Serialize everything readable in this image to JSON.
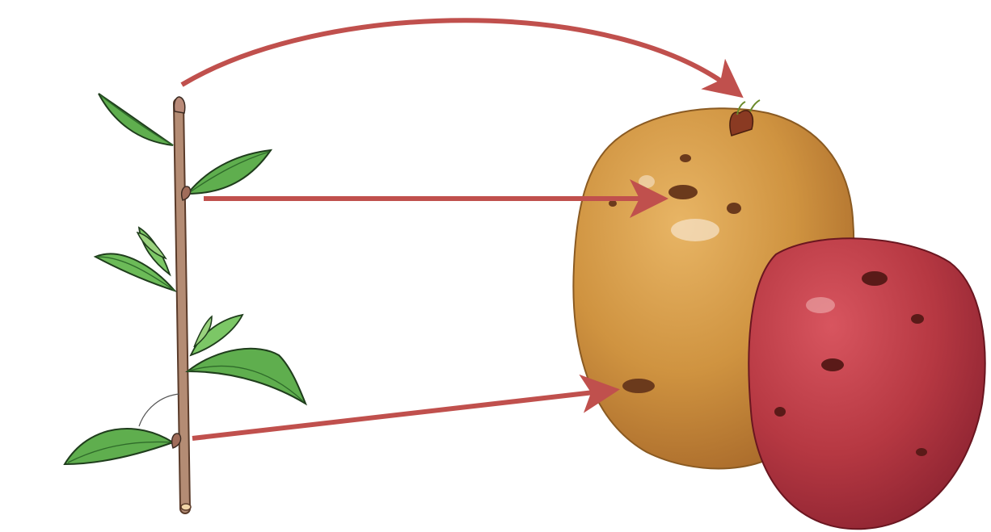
{
  "diagram": {
    "subjects": [
      "stem-cutting",
      "potato-tuber-yellow",
      "potato-tuber-red"
    ],
    "relations": [
      {
        "from": "stem-cutting-apical-bud",
        "to": "potato-tuber-apical-bud"
      },
      {
        "from": "stem-cutting-axillary-bud-upper",
        "to": "potato-tuber-eye-upper"
      },
      {
        "from": "stem-cutting-axillary-bud-lower",
        "to": "potato-tuber-eye-lower"
      }
    ],
    "colors": {
      "arrow": "#c0504d",
      "leaf": "#5fae4e",
      "leaf_dark": "#2f6b2a",
      "stem": "#a8816b",
      "potato_yellow": "#c98f3f",
      "potato_red": "#b63842"
    }
  }
}
